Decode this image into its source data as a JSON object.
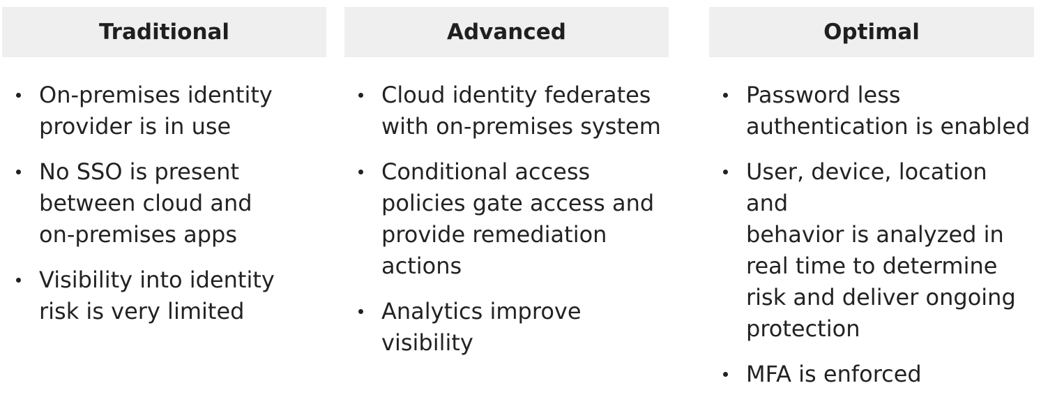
{
  "columns": [
    {
      "title": "Traditional",
      "items": [
        "On-premises identity\nprovider is in use",
        "No SSO is present\nbetween cloud and\non-premises apps",
        "Visibility into identity\nrisk is very limited"
      ]
    },
    {
      "title": "Advanced",
      "items": [
        "Cloud identity federates\nwith on-premises system",
        "Conditional access\npolicies gate access and\nprovide remediation\nactions",
        "Analytics improve\nvisibility"
      ]
    },
    {
      "title": "Optimal",
      "items": [
        "Password less\nauthentication is enabled",
        "User, device, location and\nbehavior is analyzed in\nreal time to determine\nrisk and deliver ongoing\nprotection",
        "MFA is enforced"
      ]
    }
  ],
  "colors": {
    "header_bg": "#efefef",
    "text": "#222222"
  }
}
